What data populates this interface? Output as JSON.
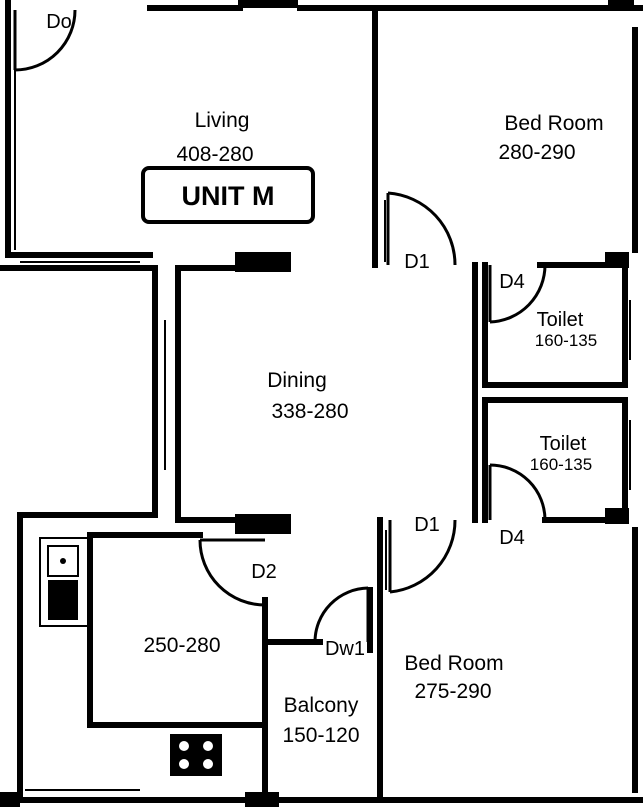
{
  "unit_label": "UNIT M",
  "rooms": {
    "living": {
      "name": "Living",
      "size": "408-280"
    },
    "bed1": {
      "name": "Bed Room",
      "size": "280-290"
    },
    "toilet1": {
      "name": "Toilet",
      "size": "160-135"
    },
    "dining": {
      "name": "Dining",
      "size": "338-280"
    },
    "toilet2": {
      "name": "Toilet",
      "size": "160-135"
    },
    "kitchen": {
      "size": "250-280"
    },
    "balcony": {
      "name": "Balcony",
      "size": "150-120"
    },
    "bed2": {
      "name": "Bed Room",
      "size": "275-290"
    }
  },
  "doors": {
    "do": "Do",
    "d1_top": "D1",
    "d4_top": "D4",
    "d1_bottom": "D1",
    "d4_bottom": "D4",
    "d2": "D2",
    "dw1": "Dw1"
  }
}
